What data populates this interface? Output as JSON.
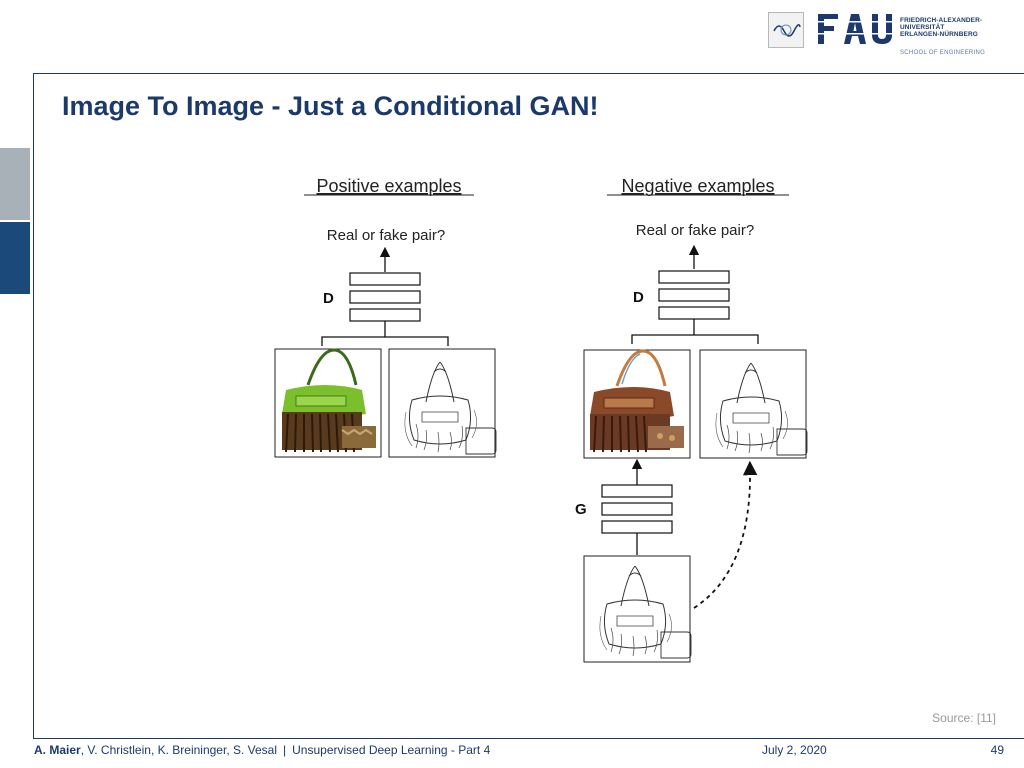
{
  "header": {
    "logo_text_lines": [
      "FRIEDRICH-ALEXANDER-",
      "UNIVERSITÄT",
      "ERLANGEN-NÜRNBERG"
    ],
    "school": "SCHOOL OF ENGINEERING",
    "wordmark": "FAU"
  },
  "slide": {
    "title": "Image To Image - Just a Conditional GAN!"
  },
  "diagram": {
    "positive_heading": "Positive examples",
    "negative_heading": "Negative examples",
    "positive_question": "Real or fake pair?",
    "negative_question": "Real or fake pair?",
    "discriminator_label_left": "D",
    "discriminator_label_right": "D",
    "generator_label": "G"
  },
  "source": "Source: [11]",
  "footer": {
    "author_lead": "A. Maier",
    "authors_rest": ", V. Christlein, K. Breininger, S. Vesal",
    "separator": "|",
    "course": "Unsupervised Deep Learning - Part 4",
    "date": "July 2, 2020",
    "page": "49"
  },
  "colors": {
    "brand_blue": "#1b3a6b",
    "tab_gray": "#a8b0b8",
    "tab_blue": "#1b4a7a"
  }
}
